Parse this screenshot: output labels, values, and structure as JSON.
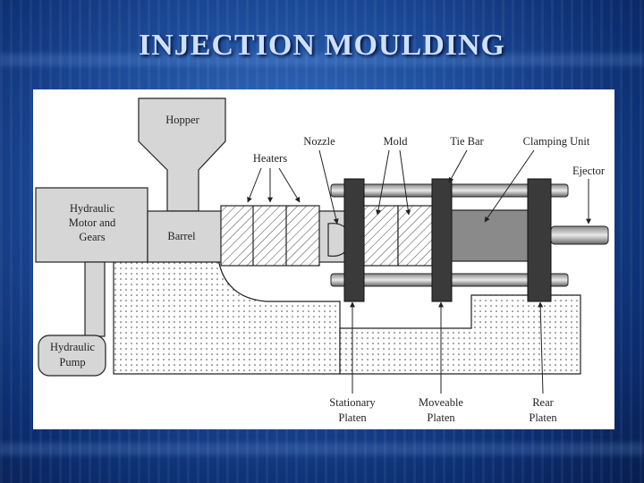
{
  "slide": {
    "title": "INJECTION MOULDING"
  },
  "diagram": {
    "labels": {
      "hopper": "Hopper",
      "nozzle": "Nozzle",
      "mold": "Mold",
      "tie_bar": "Tie Bar",
      "clamping_unit": "Clamping Unit",
      "heaters": "Heaters",
      "ejector": "Ejector",
      "hydraulic_motor_1": "Hydraulic",
      "hydraulic_motor_2": "Motor and",
      "hydraulic_motor_3": "Gears",
      "barrel": "Barrel",
      "hydraulic_pump_1": "Hydraulic",
      "hydraulic_pump_2": "Pump",
      "stationary_platen_1": "Stationary",
      "stationary_platen_2": "Platen",
      "moveable_platen_1": "Moveable",
      "moveable_platen_2": "Platen",
      "rear_platen_1": "Rear",
      "rear_platen_2": "Platen"
    },
    "colors": {
      "platen": "#3a3a3a",
      "body_fill": "#d6d6d6",
      "stroke": "#222222"
    }
  }
}
